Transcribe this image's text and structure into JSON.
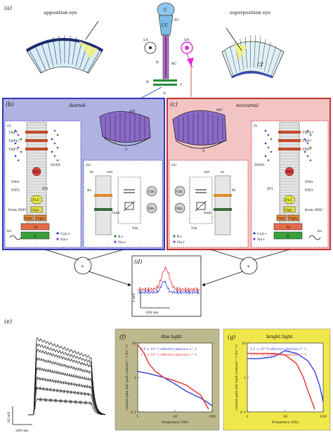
{
  "panel_a": {
    "label": "(a)",
    "apposition_eye": "apposition eye",
    "superposition_eye": "superposition eye",
    "cz": "CZ",
    "retina_labels": [
      "C",
      "CC",
      "PC",
      "LA",
      "DA",
      "R",
      "RC",
      "B",
      "T",
      "A"
    ]
  },
  "panel_b": {
    "label": "(b)",
    "title": "diurnal",
    "mv": "MV",
    "s": "S",
    "i": "(i)",
    "ii": "(ii)",
    "channels": [
      "TRP?",
      "TRPL?",
      "TRP?"
    ],
    "cascade": [
      "INAD",
      "PKC",
      "DAG",
      "IP3",
      "PIP2",
      "PLC",
      "Gqα",
      "Gqα",
      "Gqβγ",
      "M"
    ],
    "other": [
      "from SMC",
      "hν",
      "R",
      "Ca2+",
      "Na+",
      "K+",
      "Na+",
      "in",
      "out",
      "Ks",
      "leak",
      "Cm",
      "Rm",
      "Vm"
    ]
  },
  "panel_c": {
    "label": "(c)",
    "title": "nocturnal",
    "mv": "MV",
    "s": "S",
    "i": "(i)",
    "ii": "(ii)",
    "channels": [
      "TRPL?",
      "TRP?",
      "TRP?"
    ],
    "cascade": [
      "INAD",
      "PKC",
      "DAG",
      "IP3",
      "PIP2",
      "PLC",
      "Gqα",
      "Gqα",
      "Gqβγ",
      "M"
    ],
    "other": [
      "from SMC",
      "hν",
      "R",
      "Ca2+",
      "Na+",
      "K+",
      "Na+",
      "in",
      "out",
      "Kl",
      "leak",
      "Cm",
      "Rm",
      "Vm"
    ]
  },
  "panel_d": {
    "label": "(d)",
    "scale_v": "1 mV",
    "scale_t": "100 ms",
    "plus": "+"
  },
  "panel_e": {
    "label": "(e)",
    "scale_v": "20 mV",
    "scale_t": "200 ms"
  },
  "panel_f": {
    "label": "(f)",
    "title": "dim light",
    "legend": [
      "1.8 × 10^1 effective photons s^-1",
      "1.4 × 10^1 effective photons s^-1"
    ],
    "xlabel": "frequency (Hz)",
    "ylabel": "contrast gain (mV (unit contrast)^-1 Hz^-1)",
    "xticks": [
      "1",
      "10",
      "100"
    ],
    "yticks": [
      "10",
      "1",
      "0.1"
    ]
  },
  "panel_g": {
    "label": "(g)",
    "title": "bright light",
    "legend": [
      "1.5 × 10^6 effective photons s^-1",
      "1.3 × 10^6 effective photons s^-1"
    ],
    "xlabel": "frequency (Hz)",
    "ylabel": "contrast gain (mV (unit contrast)^-1 Hz^-1)",
    "xticks": [
      "1",
      "10",
      "100"
    ],
    "yticks": [
      "10",
      "1",
      "0.1"
    ]
  },
  "colors": {
    "diurnal_bg": "#b0b2e2",
    "diurnal_border": "#3436b8",
    "nocturnal_bg": "#f2c4c4",
    "nocturnal_border": "#c43232",
    "dim_bg": "#bdb98c",
    "bright_bg": "#f0e84a",
    "blue_trace": "#2e3ee0",
    "red_trace": "#e42e2e",
    "ommatidia": "#8a6ac8",
    "eye_cyan": "#a8dcec"
  },
  "chart_data": [
    {
      "type": "line",
      "title": "dim light",
      "xlabel": "frequency (Hz)",
      "ylabel": "contrast gain (mV (unit contrast)^-1 Hz^-1)",
      "xscale": "log",
      "yscale": "log",
      "xlim": [
        1,
        100
      ],
      "ylim": [
        0.1,
        10
      ],
      "series": [
        {
          "name": "1.8 × 10^1 effective photons s^-1",
          "color": "#2e3ee0",
          "x": [
            1,
            2,
            5,
            10,
            20,
            50,
            80,
            100
          ],
          "y": [
            1.5,
            1.3,
            1.0,
            0.65,
            0.4,
            0.25,
            0.18,
            0.15
          ]
        },
        {
          "name": "1.4 × 10^1 effective photons s^-1",
          "color": "#e42e2e",
          "x": [
            1,
            1.5,
            2,
            3,
            5,
            10,
            20,
            50,
            80
          ],
          "y": [
            9,
            5,
            2.5,
            1.5,
            1.0,
            0.8,
            0.6,
            0.3,
            0.12
          ]
        }
      ]
    },
    {
      "type": "line",
      "title": "bright light",
      "xlabel": "frequency (Hz)",
      "ylabel": "contrast gain (mV (unit contrast)^-1 Hz^-1)",
      "xscale": "log",
      "yscale": "log",
      "xlim": [
        1,
        100
      ],
      "ylim": [
        0.1,
        10
      ],
      "series": [
        {
          "name": "1.5 × 10^6 effective photons s^-1",
          "color": "#2e3ee0",
          "x": [
            1,
            2,
            5,
            10,
            20,
            40,
            60,
            80,
            100
          ],
          "y": [
            3.5,
            3.5,
            4,
            6,
            5,
            3,
            1.5,
            0.6,
            0.2
          ]
        },
        {
          "name": "1.3 × 10^6 effective photons s^-1",
          "color": "#e42e2e",
          "x": [
            1,
            2,
            5,
            10,
            20,
            30,
            40,
            60
          ],
          "y": [
            5,
            5,
            5,
            4.5,
            2.5,
            1,
            0.4,
            0.12
          ]
        }
      ]
    }
  ]
}
